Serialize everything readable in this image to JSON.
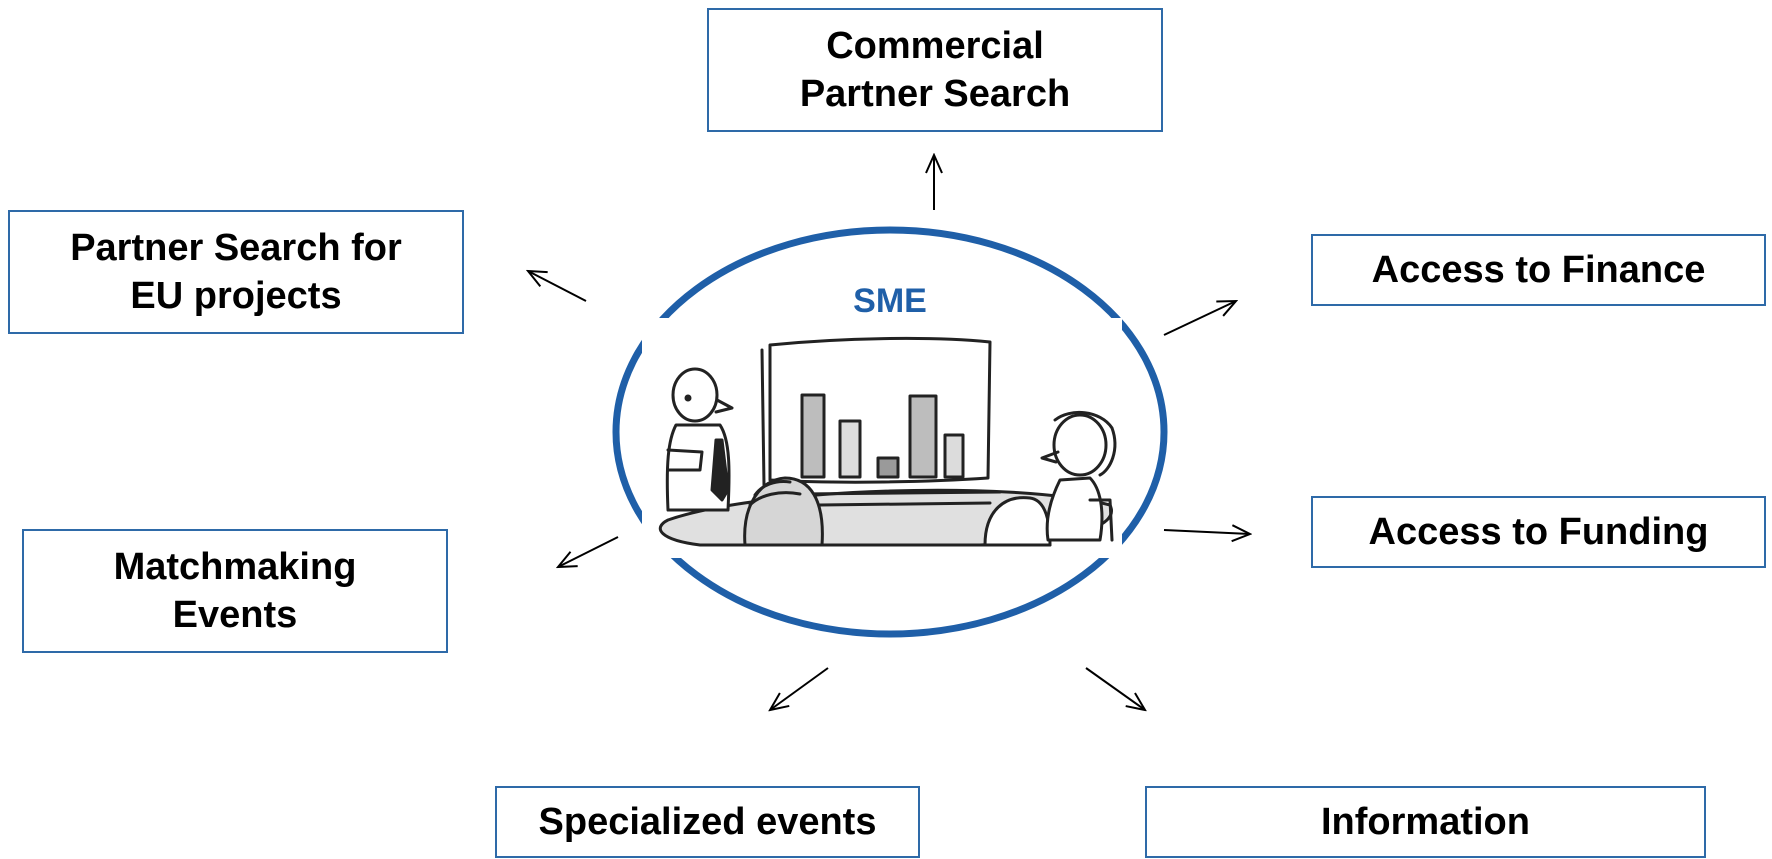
{
  "center": {
    "label": "SME"
  },
  "services": {
    "commercial": "Commercial\nPartner Search",
    "eu_projects": "Partner Search for\nEU projects",
    "finance": "Access to Finance",
    "funding": "Access to Funding",
    "matchmaking": "Matchmaking\nEvents",
    "specialized": "Specialized events",
    "information": "Information"
  },
  "colors": {
    "accent": "#1f5fa8",
    "box_border": "#2e6aa8",
    "text": "#000000"
  },
  "icons": {
    "center_illustration": "business-meeting-chart-illustration"
  }
}
